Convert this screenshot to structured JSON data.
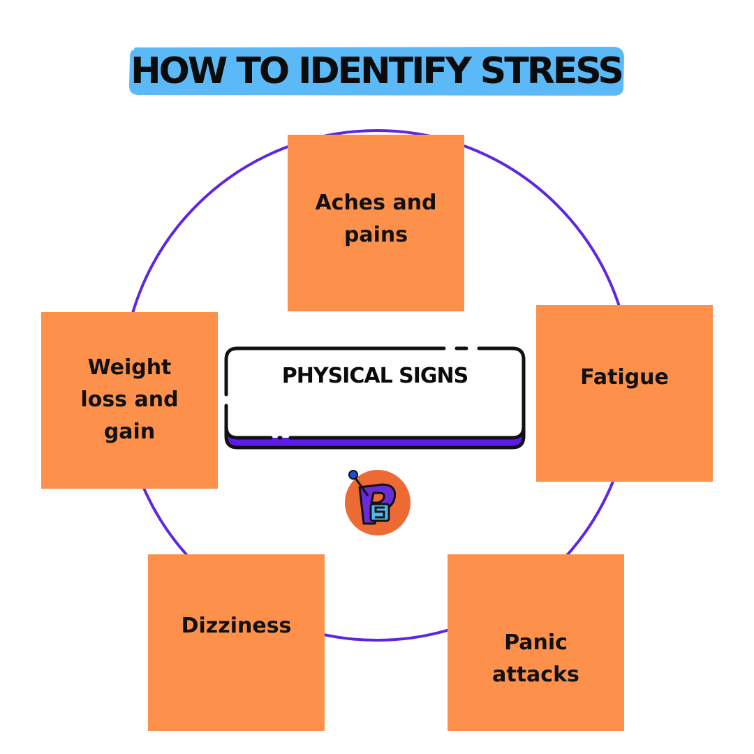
{
  "title": "HOW TO IDENTIFY STRESS",
  "center": {
    "label": "PHYSICAL SIGNS"
  },
  "items": [
    {
      "label": "Aches and pains"
    },
    {
      "label": "Fatigue"
    },
    {
      "label": "Panic attacks"
    },
    {
      "label": "Dizziness"
    },
    {
      "label": "Weight loss and gain"
    }
  ],
  "logo": {
    "icon": "ps-logo-icon"
  },
  "colors": {
    "title_highlight": "#5ab9f6",
    "box_fill": "#fd914c",
    "ring_stroke": "#5e26e0",
    "card_accent": "#5e1ae6",
    "logo_circle": "#ee6a34",
    "text": "#111111"
  }
}
